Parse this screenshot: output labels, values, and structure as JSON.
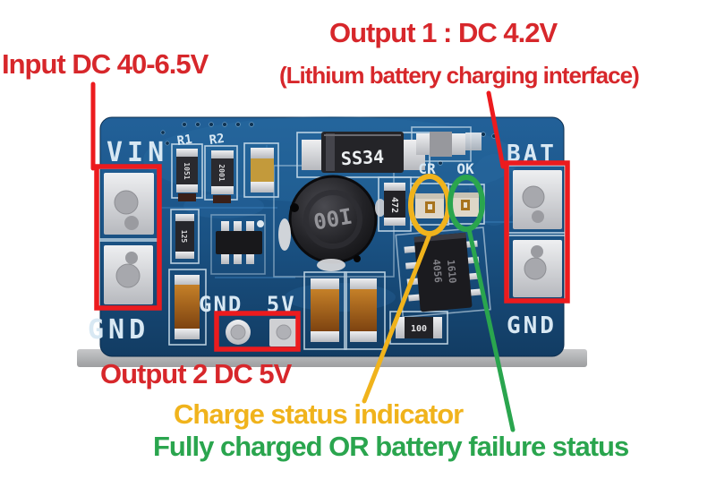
{
  "annotations": {
    "input": {
      "text": "Input DC 40-6.5V"
    },
    "output1": {
      "text": "Output 1 : DC 4.2V"
    },
    "output1_sub": {
      "text": "(Lithium battery charging interface)"
    },
    "output2": {
      "text": "Output 2 DC 5V"
    },
    "charge": {
      "text": "Charge status indicator"
    },
    "full": {
      "text": "Fully charged OR battery failure status"
    }
  },
  "silkscreen": {
    "vin": "VIN",
    "gnd_left": "GND",
    "bat": "BAT",
    "gnd_right": "GND",
    "gnd5v": "GND 5V",
    "r1": "R1",
    "r2": "R2",
    "cr": "CR",
    "ok": "OK"
  },
  "markings": {
    "diode": "SS34",
    "inductor": "00I",
    "res472": "472",
    "res100": "100",
    "res1051": "1051",
    "res2001": "2001",
    "res125": "125",
    "ic_line1": "4056",
    "ic_line2": "1610"
  },
  "colors": {
    "annotation_red": "#d7272b",
    "highlight_red": "#ec1b1e",
    "annotation_yellow": "#f0b31c",
    "annotation_green": "#2aa54e",
    "pcb_blue": "#185183",
    "silkscreen_white": "#d8e8f3"
  }
}
